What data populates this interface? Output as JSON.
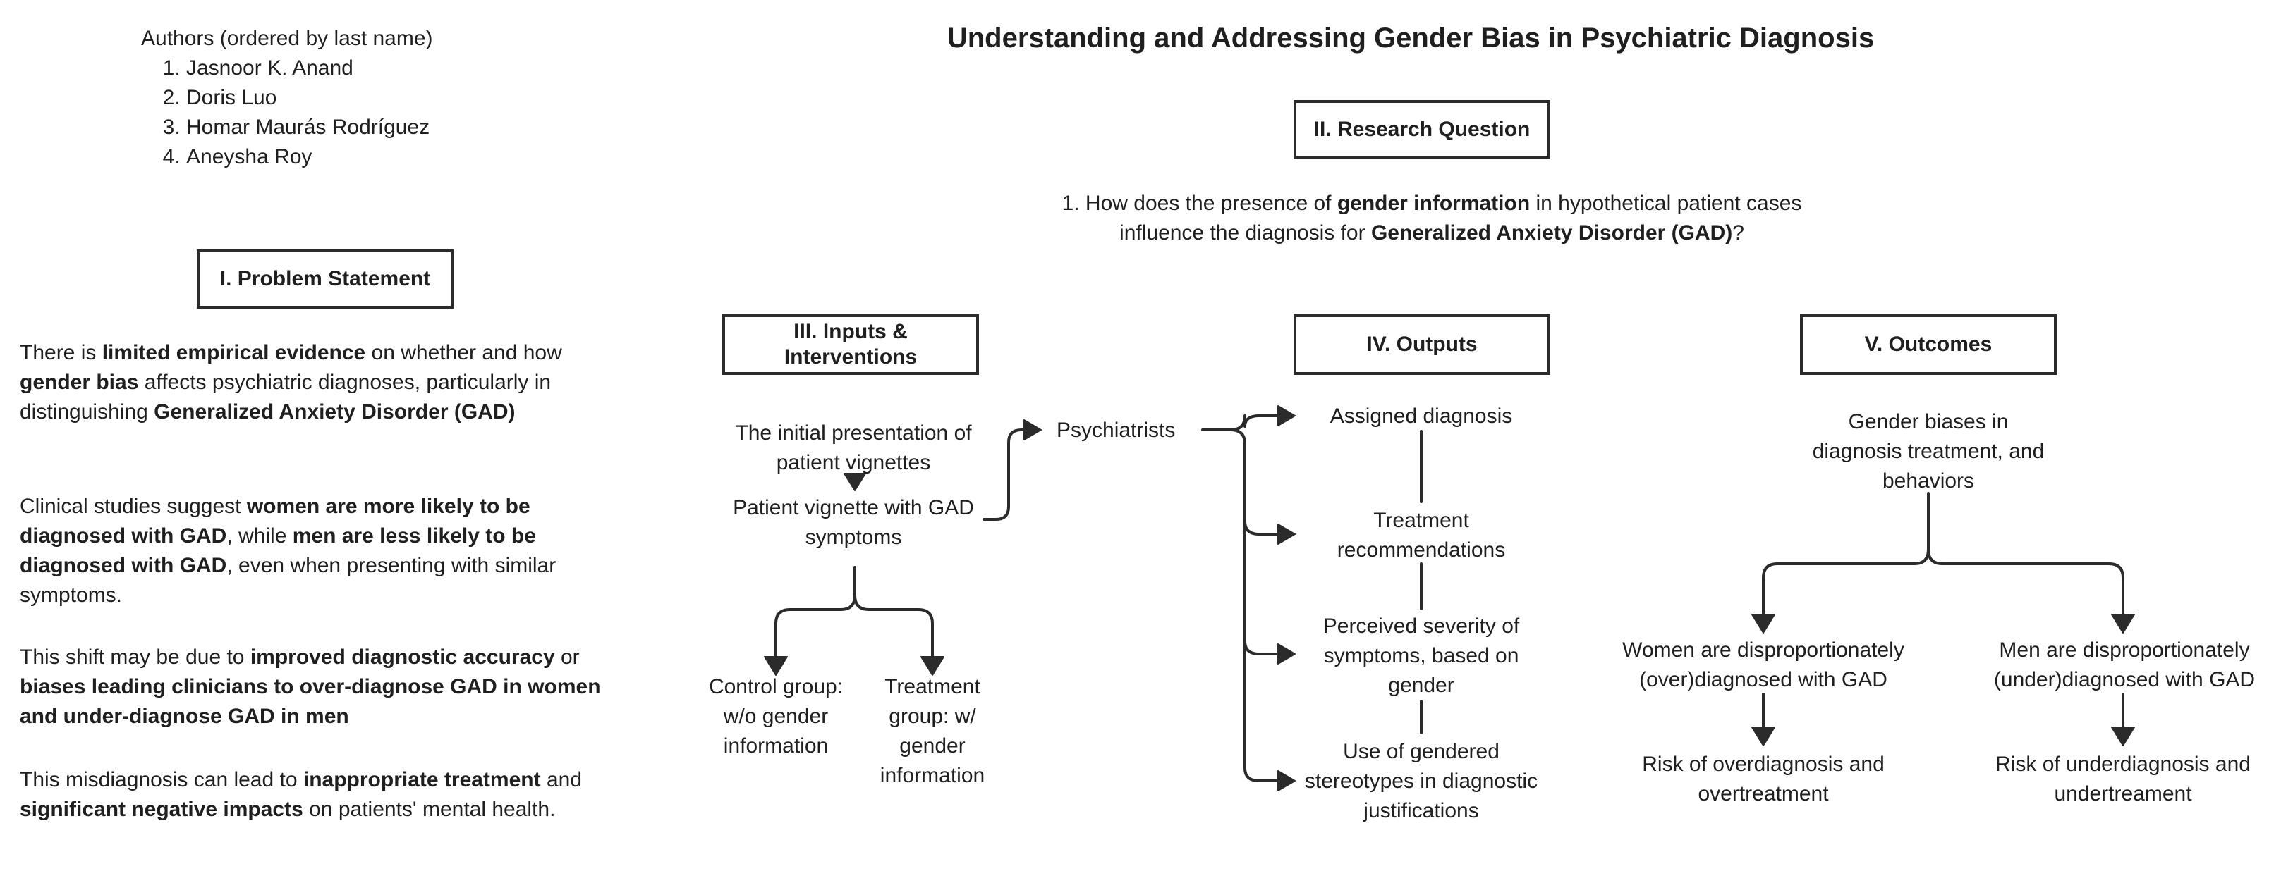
{
  "title": "Understanding and Addressing Gender Bias in Psychiatric Diagnosis",
  "authors": {
    "heading": "Authors (ordered by last name)",
    "list": [
      "Jasnoor K. Anand",
      "Doris Luo",
      "Homar Maurás Rodríguez",
      "Aneysha Roy"
    ]
  },
  "problem": {
    "heading": "I. Problem Statement",
    "p1": {
      "a": "There is ",
      "b": "limited empirical evidence",
      "c": " on whether and how ",
      "d": "gender bias",
      "e": " affects psychiatric diagnoses, particularly in distinguishing ",
      "f": "Generalized Anxiety Disorder (GAD)"
    },
    "p2": {
      "a": "Clinical studies suggest ",
      "b": "women are more likely to be diagnosed with GAD",
      "c": ", while ",
      "d": "men are less likely to be diagnosed with GAD",
      "e": ", even when presenting with similar symptoms."
    },
    "p3": {
      "a": "This shift may be due to ",
      "b": "improved diagnostic accuracy",
      "c": " or ",
      "d": "biases leading clinicians to over-diagnose GAD in women and under-diagnose GAD in men"
    },
    "p4": {
      "a": "This misdiagnosis can lead to ",
      "b": "inappropriate treatment",
      "c": " and ",
      "d": "significant negative impacts",
      "e": " on patients' mental health."
    }
  },
  "research": {
    "heading": "II. Research Question",
    "q": {
      "a": "1. How does the presence of ",
      "b": "gender information",
      "c": " in hypothetical patient cases influence the diagnosis for ",
      "d": "Generalized Anxiety Disorder (GAD)",
      "e": "?"
    }
  },
  "inputs": {
    "heading": "III. Inputs & Interventions",
    "initial": "The initial presentation of patient vignettes",
    "vignette": "Patient vignette with GAD symptoms",
    "control": "Control group: w/o gender information",
    "treatment": "Treatment group: w/ gender information",
    "psychiatrists": "Psychiatrists"
  },
  "outputs": {
    "heading": "IV. Outputs",
    "items": [
      "Assigned diagnosis",
      "Treatment recommendations",
      "Perceived severity of symptoms, based on gender",
      "Use of gendered stereotypes in diagnostic justifications"
    ]
  },
  "outcomes": {
    "heading": "V. Outcomes",
    "root": "Gender biases in diagnosis treatment, and behaviors",
    "women": "Women are disproportionately (over)diagnosed with GAD",
    "men": "Men are disproportionately (under)diagnosed with GAD",
    "women_risk": "Risk of overdiagnosis and overtreatment",
    "men_risk": "Risk of underdiagnosis and undertreament"
  }
}
